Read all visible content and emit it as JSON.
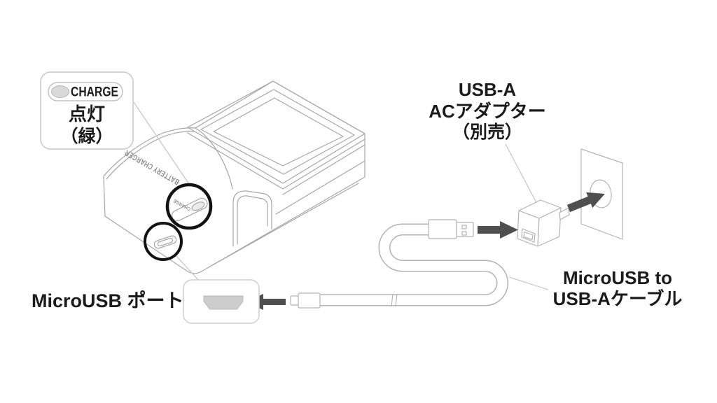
{
  "figure": {
    "charge_callout": {
      "led_label": "CHARGE",
      "status_line1": "点灯",
      "status_line2": "（緑）"
    },
    "device": {
      "body_text": "BATTERY CHARGER",
      "led_small_text": "CHARGE"
    },
    "labels": {
      "port": "MicroUSB ポート",
      "adapter_line1": "USB-A",
      "adapter_line2": "ACアダプター",
      "adapter_line3": "（別売）",
      "cable_line1": "MicroUSB to",
      "cable_line2": "USB-Aケーブル"
    },
    "colors": {
      "background": "#ffffff",
      "line_art": "#a6a6a6",
      "light_line": "#b3b3b3",
      "leader_line": "#c9c9c9",
      "highlight_circle": "#121212",
      "arrow": "#4f4f4f",
      "label_text": "#1b1b1b",
      "device_text": "#8c8c8c",
      "led_fill": "#d9d9d9",
      "connector_fill": "#cdcdcd"
    }
  }
}
